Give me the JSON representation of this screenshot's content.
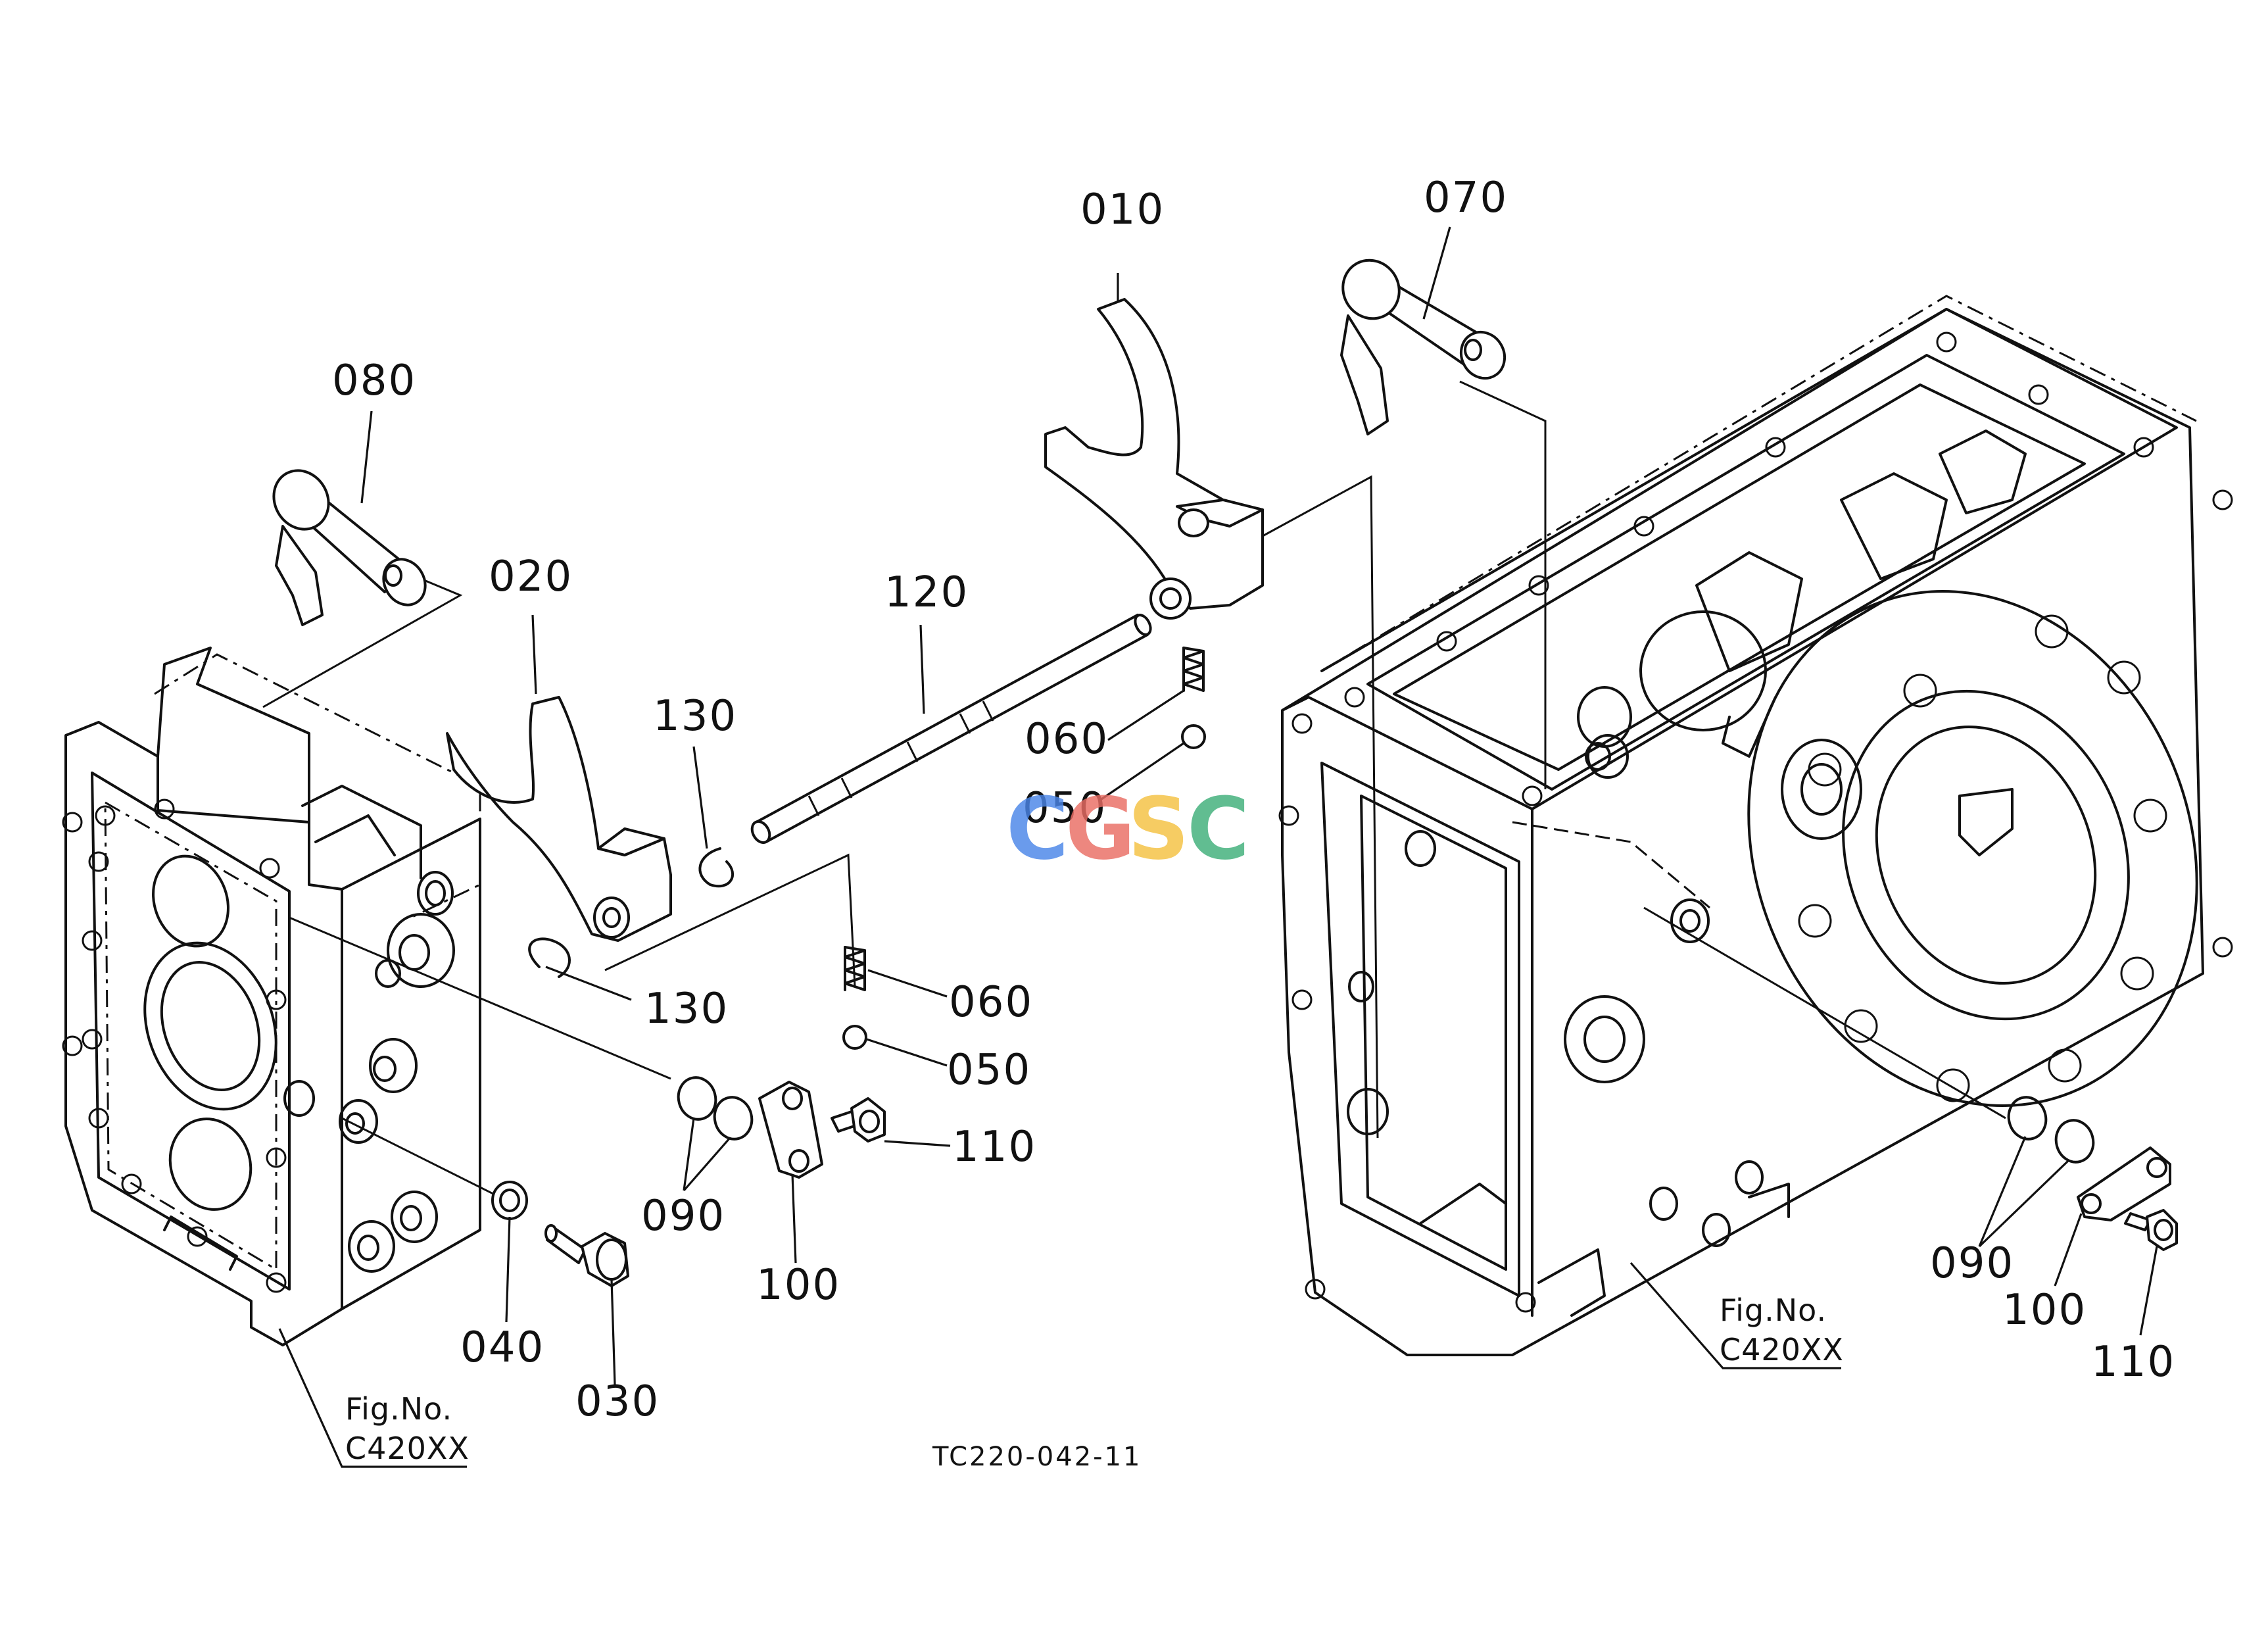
{
  "callouts": {
    "p010": "010",
    "p020": "020",
    "p030": "030",
    "p040": "040",
    "p050a": "050",
    "p050b": "050",
    "p060a": "060",
    "p060b": "060",
    "p070": "070",
    "p080": "080",
    "p090a": "090",
    "p090b": "090",
    "p100a": "100",
    "p100b": "100",
    "p110a": "110",
    "p110b": "110",
    "p120": "120",
    "p130a": "130",
    "p130b": "130"
  },
  "figure_refs": {
    "left": {
      "line1": "Fig.No.",
      "line2": "C420XX"
    },
    "right": {
      "line1": "Fig.No.",
      "line2": "C420XX"
    }
  },
  "drawing_code": "TC220-042-11",
  "watermark": {
    "letters": [
      "C",
      "G",
      "S",
      "C"
    ],
    "colors": [
      "#4a86e8",
      "#ea6d64",
      "#f5c242",
      "#3faf7a"
    ]
  }
}
